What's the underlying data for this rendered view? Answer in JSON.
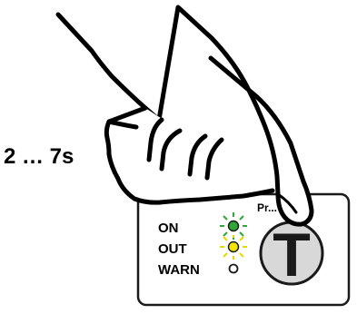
{
  "duration_label": "2 … 7s",
  "panel": {
    "header_label": "Pr... ec",
    "indicators": [
      {
        "label": "ON",
        "state": "lit",
        "color": "#2fa83a"
      },
      {
        "label": "OUT",
        "state": "lit",
        "color": "#f2e600"
      },
      {
        "label": "WARN",
        "state": "off",
        "color": "#ffffff"
      }
    ],
    "button": {
      "letter": "T",
      "fill": "#d8d8d8"
    }
  },
  "hand": {
    "icon": "pointing-hand-icon",
    "action": "press-and-hold"
  }
}
